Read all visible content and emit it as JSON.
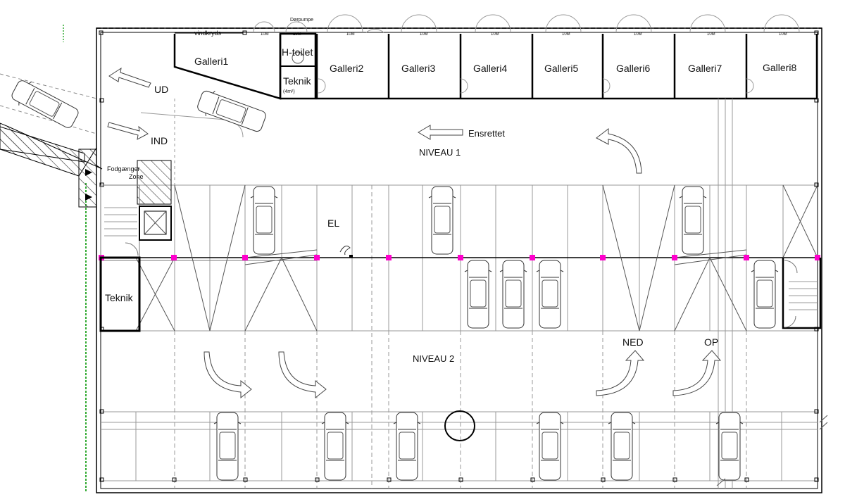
{
  "top": {
    "pump_label": "Dørpumpe",
    "wind_label": "vindkryds",
    "door_labels": [
      "10M",
      "10M",
      "10M",
      "10M",
      "10M",
      "10M",
      "10M",
      "10M",
      "10M"
    ]
  },
  "rooms": {
    "galleri1": "Galleri1",
    "h_toilet": "H-toilet",
    "teknik_top": "Teknik",
    "teknik_top_area": "(4m²)",
    "galleries": [
      "Galleri2",
      "Galleri3",
      "Galleri4",
      "Galleri5",
      "Galleri6",
      "Galleri7",
      "Galleri8"
    ],
    "teknik_left": "Teknik",
    "fodgaenger_1": "Fodgænger",
    "fodgaenger_2": "Zone"
  },
  "labels": {
    "ud": "UD",
    "ind": "IND",
    "ensrettet": "Ensrettet",
    "niveau1": "NIVEAU 1",
    "el": "EL",
    "niveau2": "NIVEAU 2",
    "ned": "NED",
    "op": "OP"
  },
  "colors": {
    "column_marker": "#ff00cc",
    "green_edge": "#33aa33",
    "wall": "#000000"
  }
}
